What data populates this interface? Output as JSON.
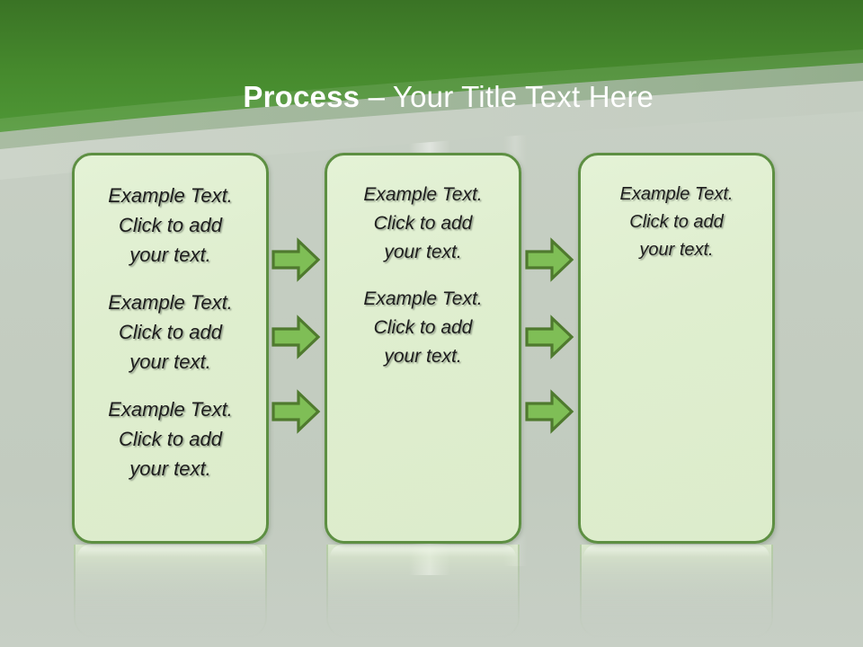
{
  "slide": {
    "title_bold": "Process",
    "title_rest": " – Your Title Text Here",
    "background_color": "#c5cec2",
    "header_color_top": "#3c7527",
    "header_color_bottom": "#4e9434",
    "box_fill": "#dfeecf",
    "box_border": "#5d8f42",
    "arrow_fill": "#7fbe56",
    "arrow_border": "#4f7a2e",
    "text_color": "#1d1d1d"
  },
  "boxes": [
    {
      "name": "box-1",
      "blocks": [
        "Example Text.\nClick  to add\nyour text.",
        "Example Text.\nClick  to add\nyour text.",
        "Example Text.\nClick  to add\nyour text."
      ]
    },
    {
      "name": "box-2",
      "blocks": [
        "Example Text.\nClick  to add\nyour text.",
        "Example Text.\nClick  to add\nyour text."
      ]
    },
    {
      "name": "box-3",
      "blocks": [
        "Example Text.\nClick  to add\nyour text."
      ]
    }
  ],
  "arrows": {
    "count": 6,
    "direction": "right",
    "label": "process-arrow"
  }
}
